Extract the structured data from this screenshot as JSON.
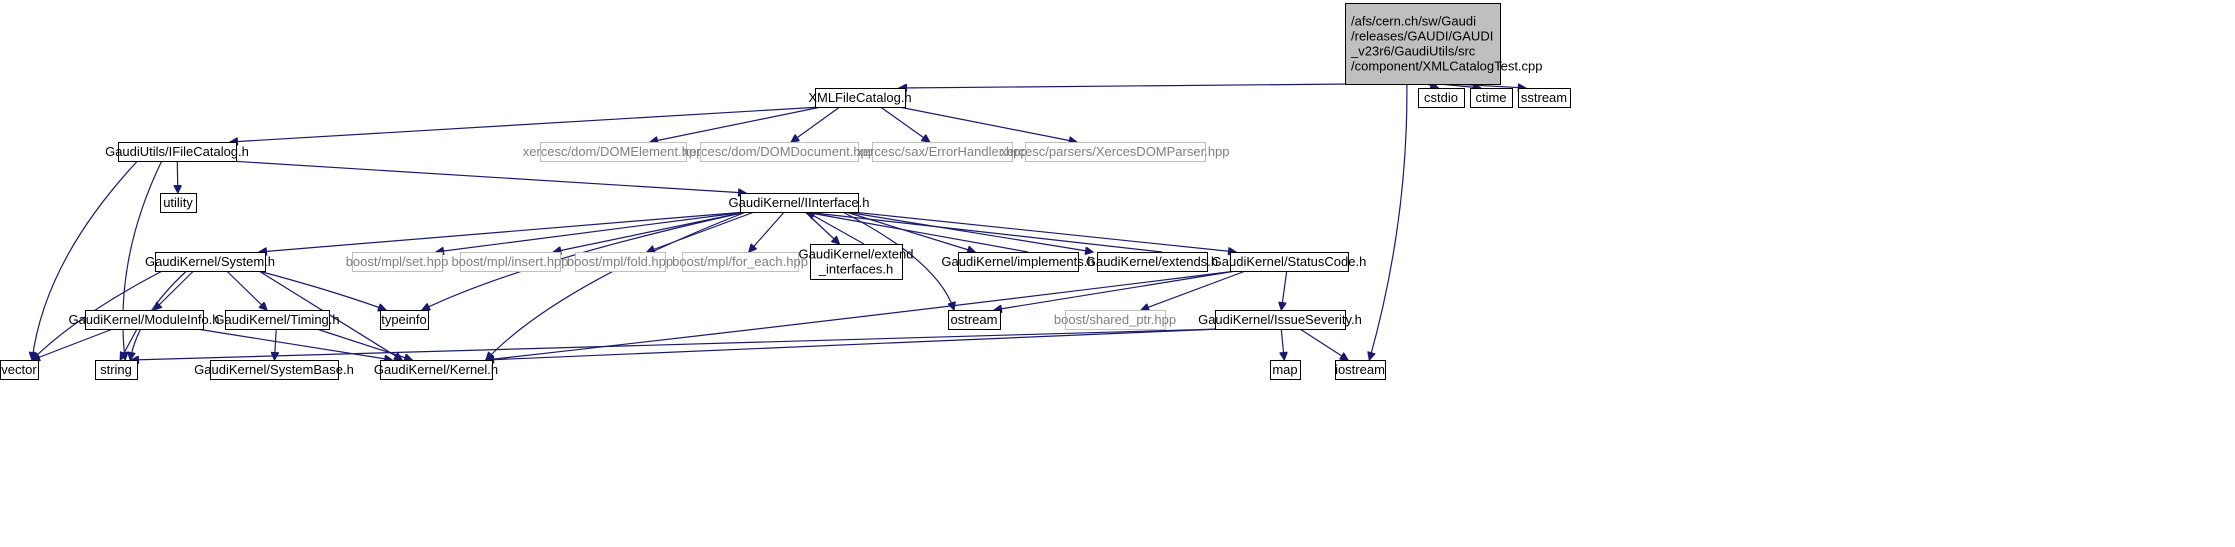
{
  "graph": {
    "edge_color": "#191970",
    "missing_border_color": "#bfbfbf",
    "missing_text_color": "#808080",
    "root_fill_color": "#bfbfbf",
    "nodes": [
      {
        "id": "root",
        "kind": "root",
        "label": [
          "/afs/cern.ch/sw/Gaudi",
          "/releases/GAUDI/GAUDI",
          "_v23r6/GaudiUtils/src",
          "/component/XMLCatalogTest.cpp"
        ]
      },
      {
        "id": "xmlfilecatalog",
        "kind": "file",
        "label": [
          "XMLFileCatalog.h"
        ]
      },
      {
        "id": "cstdio",
        "kind": "file",
        "label": [
          "cstdio"
        ]
      },
      {
        "id": "ctime",
        "kind": "file",
        "label": [
          "ctime"
        ]
      },
      {
        "id": "sstream",
        "kind": "file",
        "label": [
          "sstream"
        ]
      },
      {
        "id": "ifilecatalog",
        "kind": "file",
        "label": [
          "GaudiUtils/IFileCatalog.h"
        ]
      },
      {
        "id": "domelement",
        "kind": "missing",
        "label": [
          "xercesc/dom/DOMElement.hpp"
        ]
      },
      {
        "id": "domdocument",
        "kind": "missing",
        "label": [
          "xercesc/dom/DOMDocument.hpp"
        ]
      },
      {
        "id": "errorhandler",
        "kind": "missing",
        "label": [
          "xercesc/sax/ErrorHandler.hpp"
        ]
      },
      {
        "id": "xercesdomparser",
        "kind": "missing",
        "label": [
          "xercesc/parsers/XercesDOMParser.hpp"
        ]
      },
      {
        "id": "utility",
        "kind": "file",
        "label": [
          "utility"
        ]
      },
      {
        "id": "iinterface",
        "kind": "file",
        "label": [
          "GaudiKernel/IInterface.h"
        ]
      },
      {
        "id": "system",
        "kind": "file",
        "label": [
          "GaudiKernel/System.h"
        ]
      },
      {
        "id": "mplset",
        "kind": "missing",
        "label": [
          "boost/mpl/set.hpp"
        ]
      },
      {
        "id": "mplinsert",
        "kind": "missing",
        "label": [
          "boost/mpl/insert.hpp"
        ]
      },
      {
        "id": "mplfold",
        "kind": "missing",
        "label": [
          "boost/mpl/fold.hpp"
        ]
      },
      {
        "id": "mplforeach",
        "kind": "missing",
        "label": [
          "boost/mpl/for_each.hpp"
        ]
      },
      {
        "id": "extendinterfaces",
        "kind": "file",
        "label": [
          "GaudiKernel/extend",
          "_interfaces.h"
        ]
      },
      {
        "id": "implements",
        "kind": "file",
        "label": [
          "GaudiKernel/implements.h"
        ]
      },
      {
        "id": "extends",
        "kind": "file",
        "label": [
          "GaudiKernel/extends.h"
        ]
      },
      {
        "id": "statuscode",
        "kind": "file",
        "label": [
          "GaudiKernel/StatusCode.h"
        ]
      },
      {
        "id": "moduleinfo",
        "kind": "file",
        "label": [
          "GaudiKernel/ModuleInfo.h"
        ]
      },
      {
        "id": "timing",
        "kind": "file",
        "label": [
          "GaudiKernel/Timing.h"
        ]
      },
      {
        "id": "typeinfo",
        "kind": "file",
        "label": [
          "typeinfo"
        ]
      },
      {
        "id": "ostream",
        "kind": "file",
        "label": [
          "ostream"
        ]
      },
      {
        "id": "sharedptr",
        "kind": "missing",
        "label": [
          "boost/shared_ptr.hpp"
        ]
      },
      {
        "id": "issueseverity",
        "kind": "file",
        "label": [
          "GaudiKernel/IssueSeverity.h"
        ]
      },
      {
        "id": "vector",
        "kind": "file",
        "label": [
          "vector"
        ]
      },
      {
        "id": "string",
        "kind": "file",
        "label": [
          "string"
        ]
      },
      {
        "id": "systembase",
        "kind": "file",
        "label": [
          "GaudiKernel/SystemBase.h"
        ]
      },
      {
        "id": "kernel",
        "kind": "file",
        "label": [
          "GaudiKernel/Kernel.h"
        ]
      },
      {
        "id": "map",
        "kind": "file",
        "label": [
          "map"
        ]
      },
      {
        "id": "iostream",
        "kind": "file",
        "label": [
          "iostream"
        ]
      }
    ],
    "edges": [
      {
        "from": "root",
        "to": "xmlfilecatalog"
      },
      {
        "from": "root",
        "to": "cstdio"
      },
      {
        "from": "root",
        "to": "ctime"
      },
      {
        "from": "root",
        "to": "sstream"
      },
      {
        "from": "root",
        "to": "iostream"
      },
      {
        "from": "xmlfilecatalog",
        "to": "ifilecatalog"
      },
      {
        "from": "xmlfilecatalog",
        "to": "domelement"
      },
      {
        "from": "xmlfilecatalog",
        "to": "domdocument"
      },
      {
        "from": "xmlfilecatalog",
        "to": "errorhandler"
      },
      {
        "from": "xmlfilecatalog",
        "to": "xercesdomparser"
      },
      {
        "from": "ifilecatalog",
        "to": "utility"
      },
      {
        "from": "ifilecatalog",
        "to": "iinterface"
      },
      {
        "from": "ifilecatalog",
        "to": "vector"
      },
      {
        "from": "ifilecatalog",
        "to": "string"
      },
      {
        "from": "iinterface",
        "to": "system"
      },
      {
        "from": "iinterface",
        "to": "typeinfo"
      },
      {
        "from": "iinterface",
        "to": "kernel"
      },
      {
        "from": "iinterface",
        "to": "mplset"
      },
      {
        "from": "iinterface",
        "to": "mplinsert"
      },
      {
        "from": "iinterface",
        "to": "mplfold"
      },
      {
        "from": "iinterface",
        "to": "mplforeach"
      },
      {
        "from": "iinterface",
        "to": "extendinterfaces"
      },
      {
        "from": "extendinterfaces",
        "to": "iinterface"
      },
      {
        "from": "iinterface",
        "to": "ostream"
      },
      {
        "from": "iinterface",
        "to": "implements"
      },
      {
        "from": "implements",
        "to": "iinterface"
      },
      {
        "from": "iinterface",
        "to": "extends"
      },
      {
        "from": "extends",
        "to": "iinterface"
      },
      {
        "from": "iinterface",
        "to": "statuscode"
      },
      {
        "from": "system",
        "to": "moduleinfo"
      },
      {
        "from": "system",
        "to": "timing"
      },
      {
        "from": "system",
        "to": "typeinfo"
      },
      {
        "from": "system",
        "to": "kernel"
      },
      {
        "from": "system",
        "to": "vector"
      },
      {
        "from": "system",
        "to": "string"
      },
      {
        "from": "moduleinfo",
        "to": "vector"
      },
      {
        "from": "moduleinfo",
        "to": "string"
      },
      {
        "from": "moduleinfo",
        "to": "kernel"
      },
      {
        "from": "timing",
        "to": "systembase"
      },
      {
        "from": "timing",
        "to": "kernel"
      },
      {
        "from": "statuscode",
        "to": "ostream"
      },
      {
        "from": "statuscode",
        "to": "sharedptr"
      },
      {
        "from": "statuscode",
        "to": "issueseverity"
      },
      {
        "from": "statuscode",
        "to": "kernel"
      },
      {
        "from": "issueseverity",
        "to": "map"
      },
      {
        "from": "issueseverity",
        "to": "iostream"
      },
      {
        "from": "issueseverity",
        "to": "kernel"
      },
      {
        "from": "issueseverity",
        "to": "string"
      }
    ]
  }
}
